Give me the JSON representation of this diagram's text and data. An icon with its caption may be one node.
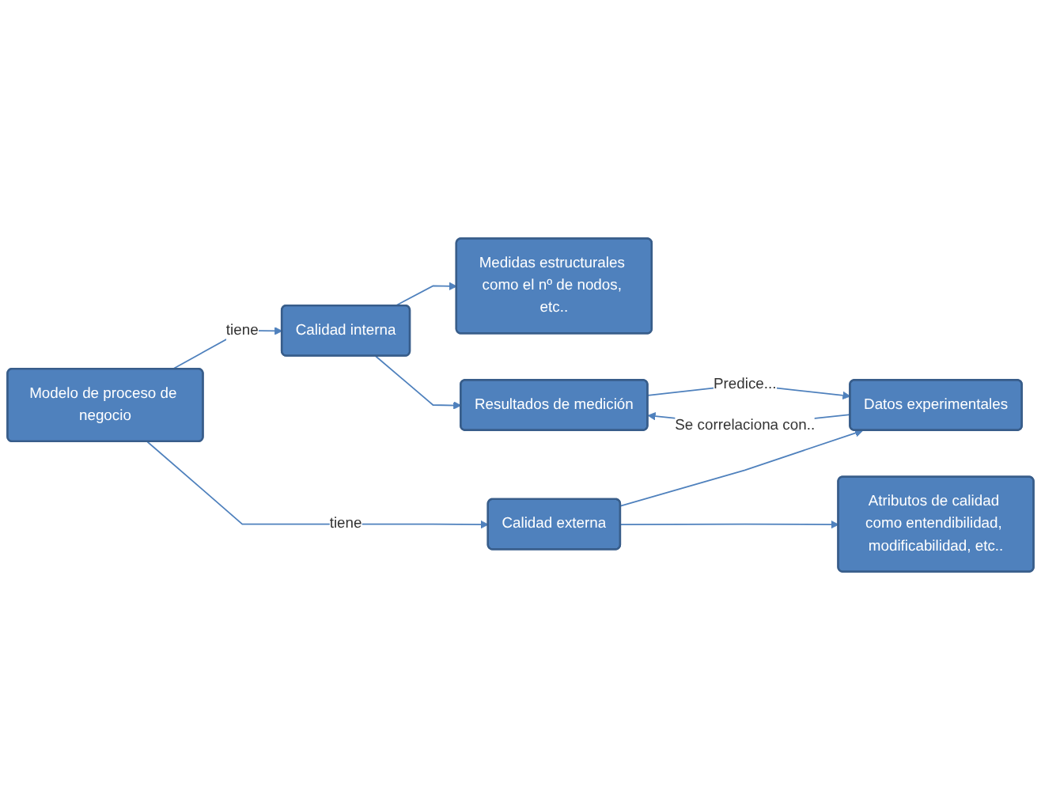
{
  "diagram": {
    "nodes": [
      {
        "text": [
          "Medidas estructurales como el nº de nodos, etc.."
        ]
      },
      {
        "text": [
          "Calidad interna"
        ]
      },
      {
        "text": [
          "Resultados de medición"
        ]
      },
      {
        "text": [
          "Modelo de proceso de negocio"
        ]
      },
      {
        "text": [
          "Calidad externa"
        ]
      },
      {
        "text": [
          "Datos experimentales"
        ]
      },
      {
        "text": [
          "Atributos de calidad como entendibilidad, modificabilidad, etc.."
        ]
      }
    ],
    "edges": [
      {
        "from": 3,
        "to": 1,
        "arrow": "to",
        "label": "tiene"
      },
      {
        "from": 3,
        "to": 4,
        "arrow": "to",
        "label": "tiene"
      },
      {
        "from": 1,
        "to": 0,
        "arrow": "to"
      },
      {
        "from": 1,
        "to": 2,
        "arrow": "to"
      },
      {
        "from": 4,
        "to": 5,
        "arrow": "to"
      },
      {
        "from": 4,
        "to": 6,
        "arrow": "to"
      },
      {
        "from": 5,
        "to": 2,
        "arrow": "to",
        "label": "Se correlaciona con.."
      },
      {
        "from": 2,
        "to": 5,
        "arrow": "to",
        "label": "Predice..."
      }
    ]
  }
}
